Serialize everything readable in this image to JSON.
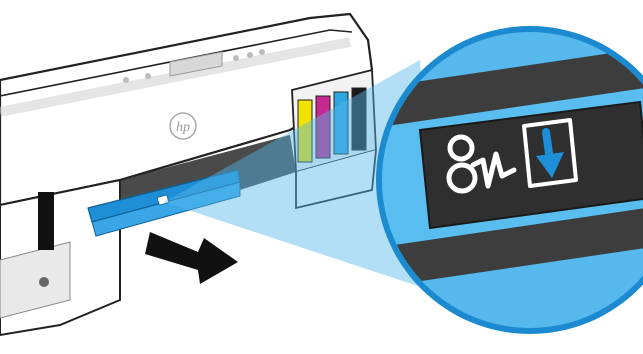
{
  "diagram": {
    "logo_text": "hp",
    "colors": {
      "accent_blue": "#1e8fd6",
      "callout_fill": "#56b8ec",
      "callout_ring": "#1b8ad0",
      "ink_cyan": "#2ea6df",
      "ink_magenta": "#c5288e",
      "ink_yellow": "#f2e200",
      "ink_black": "#1a1a1a",
      "outline": "#222222"
    },
    "parts": {
      "printer_body": "printer-body",
      "control_panel": "control-panel",
      "ink_tanks": "ink-tanks",
      "cleaning_module_door": "cleaning-module-door",
      "pull_arrow": "pull-direction-arrow",
      "callout_magnifier": "callout-magnifier",
      "latch_label": "latch-label",
      "module_icon": "maintenance-module-icon",
      "down_arrow_icon": "down-arrow-icon"
    }
  }
}
